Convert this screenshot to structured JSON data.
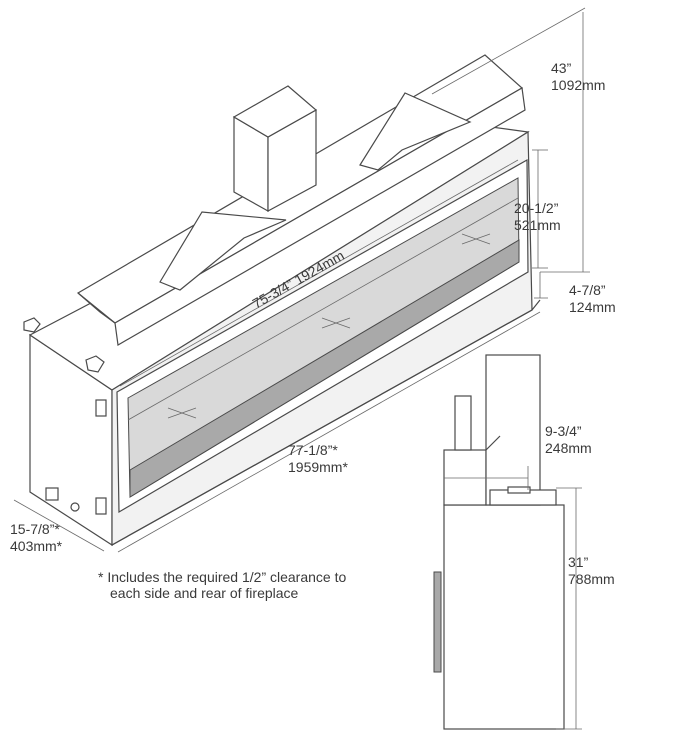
{
  "dimensions": {
    "overall_height": {
      "imperial": "43”",
      "metric": "1092mm"
    },
    "glass_height": {
      "imperial": "20-1/2”",
      "metric": "521mm"
    },
    "base_to_glass": {
      "imperial": "4-7/8”",
      "metric": "124mm"
    },
    "glass_width": {
      "label": "75-3/4” 1924mm"
    },
    "overall_width": {
      "imperial": "77-1/8”*",
      "metric": "1959mm*"
    },
    "overall_depth": {
      "imperial": "15-7/8”*",
      "metric": "403mm*"
    },
    "vent_height": {
      "imperial": "9-3/4”",
      "metric": "248mm"
    },
    "body_height": {
      "imperial": "31”",
      "metric": "788mm"
    }
  },
  "footnote": {
    "line1": "* Includes the required 1/2” clearance to",
    "line2": "each side and rear of fireplace"
  }
}
